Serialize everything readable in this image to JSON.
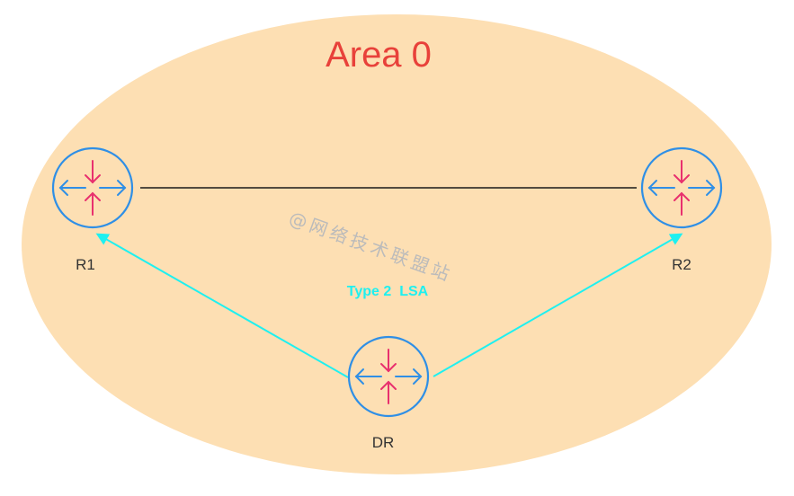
{
  "area": {
    "title": "Area 0",
    "fill_color": "#FDDFB3",
    "title_color": "#E8413A"
  },
  "routers": [
    {
      "id": "r1",
      "label": "R1"
    },
    {
      "id": "r2",
      "label": "R2"
    },
    {
      "id": "dr",
      "label": "DR"
    }
  ],
  "links": {
    "r1_r2": {
      "kind": "link",
      "color": "#1A1A1A"
    }
  },
  "lsa": {
    "label": "Type 2  LSA",
    "color": "#1EF0F0"
  },
  "router_icon": {
    "ring_color": "#2F8FE6",
    "horizontal_arrow_color": "#2F8FE6",
    "vertical_arrow_color": "#E8306E",
    "icon": "router-icon"
  },
  "label_color": "#333333",
  "watermark": {
    "text": "@网络技术联盟站",
    "color": "#BBBBBB"
  }
}
